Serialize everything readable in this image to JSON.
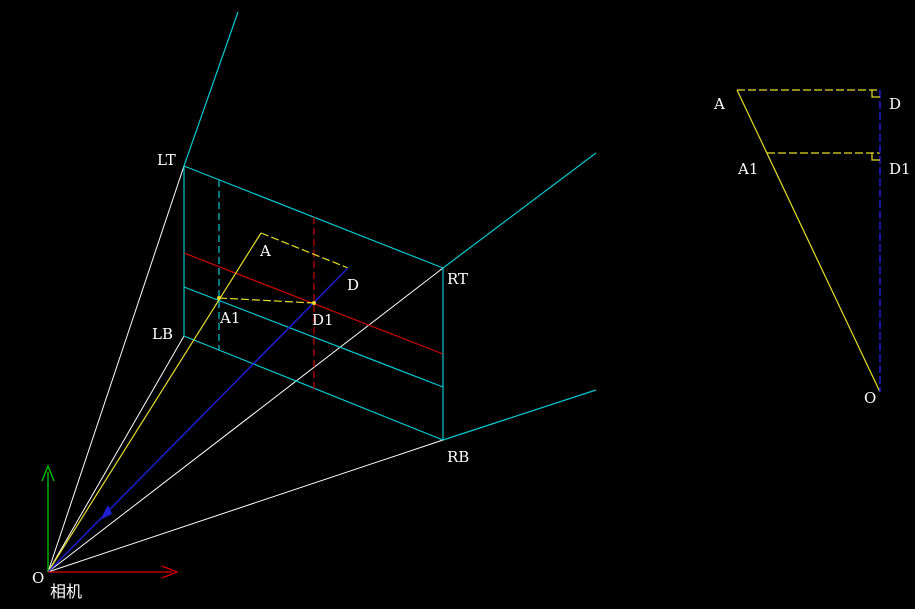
{
  "colors": {
    "background": "#000000",
    "cyan": "#00c8d2",
    "white": "#ffffff",
    "yellow": "#e6dc28",
    "red": "#c80000",
    "blue": "#1e1ed2",
    "green": "#00c800",
    "axis_red": "#dc0000"
  },
  "labels": {
    "lt": "LT",
    "lb": "LB",
    "rt": "RT",
    "rb": "RB",
    "a": "A",
    "a1": "A1",
    "d": "D",
    "d1": "D1",
    "origin": "O",
    "camera": "相机",
    "side_a": "A",
    "side_a1": "A1",
    "side_d": "D",
    "side_d1": "D1",
    "side_o": "O"
  }
}
